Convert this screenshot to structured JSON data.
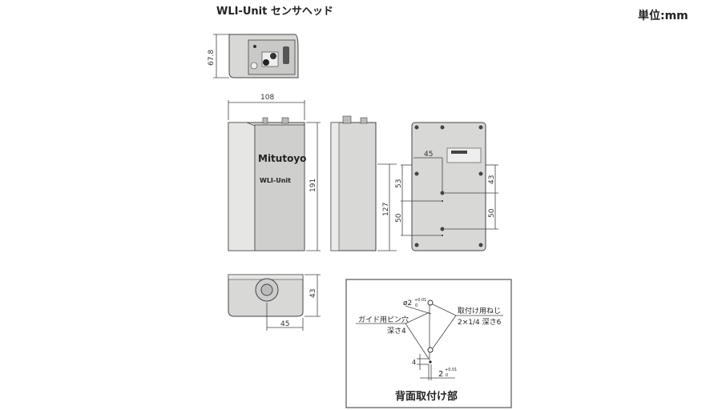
{
  "title": "WLI-Unit センサヘッド",
  "unit": "単位:mm",
  "brand": {
    "logo": "Mitutoyo",
    "model": "WLI-Unit"
  },
  "dimensions": {
    "top_height": "67.8",
    "width": "108",
    "height": "191",
    "side_depth": "127",
    "back_45": "45",
    "back_53": "53",
    "back_50_left": "50",
    "back_43": "43",
    "back_50_right": "50",
    "bottom_43": "43",
    "bottom_45": "45"
  },
  "detail": {
    "title": "背面取付け部",
    "guide_pin_label": "ガイド用ピン穴",
    "guide_pin_depth": "深さ4",
    "screw_label": "取付け用ねじ",
    "screw_spec": "2×1/4 深さ6",
    "pin_dia": "ø2",
    "pin_tol_upper": "+0.01",
    "pin_tol_lower": "0",
    "dist_4": "4",
    "width_2": "2",
    "width_tol_upper": "+0.01",
    "width_tol_lower": "0"
  }
}
